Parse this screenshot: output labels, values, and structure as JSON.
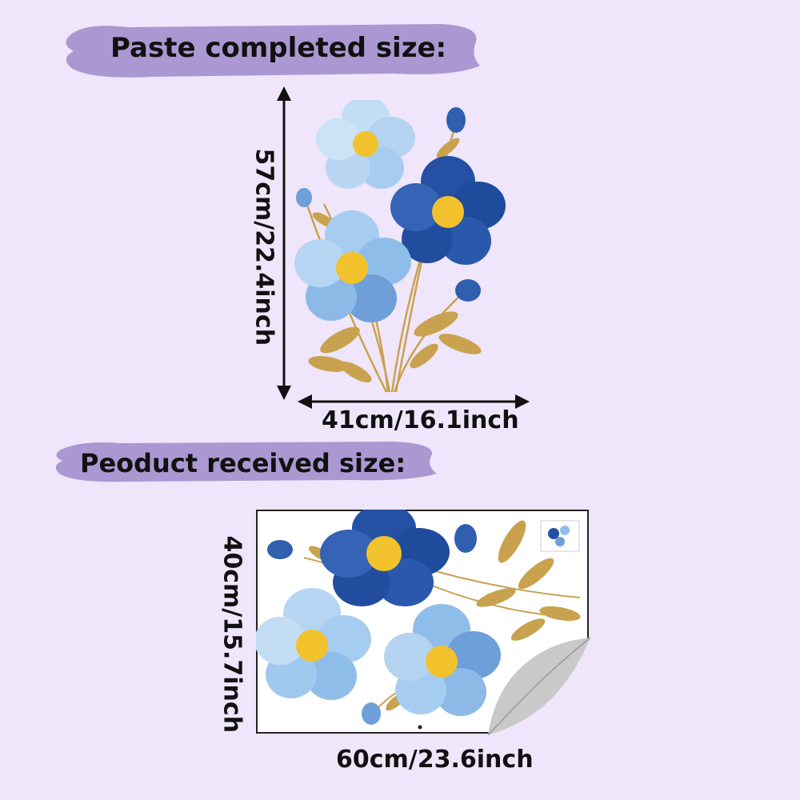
{
  "headings": {
    "paste": "Paste completed size:",
    "received": "Peoduct received size:"
  },
  "paste_dimensions": {
    "height": "57cm/22.4inch",
    "width": "41cm/16.1inch"
  },
  "received_dimensions": {
    "height": "40cm/15.7inch",
    "width": "60cm/23.6inch"
  },
  "colors": {
    "background": "#efe6fb",
    "banner": "#ab98d2",
    "dark_blue": "#1f4b9c",
    "light_blue": "#a6cdf0",
    "gold": "#c9a24f",
    "center": "#f2c22c"
  },
  "icons": {
    "vertical_arrow": "double-headed-vertical-arrow",
    "horizontal_arrow": "double-headed-horizontal-arrow",
    "peel_corner": "peeling-sticker-corner"
  }
}
